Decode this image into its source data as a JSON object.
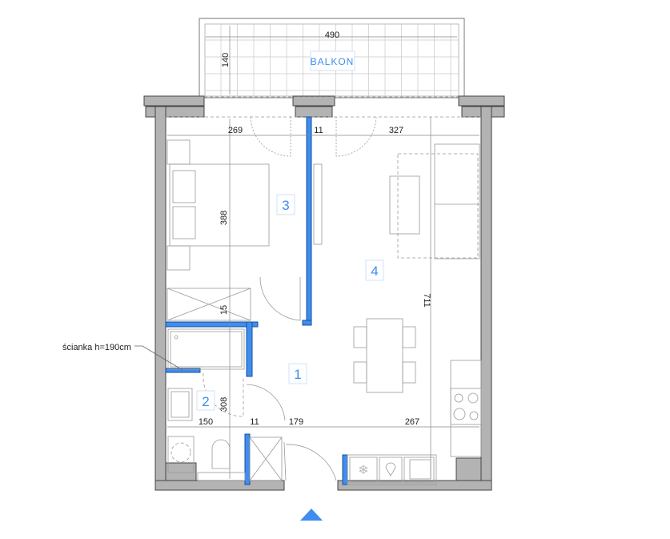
{
  "plan": {
    "balcony_label": "BALKON",
    "rooms": [
      {
        "number": "1"
      },
      {
        "number": "2"
      },
      {
        "number": "3"
      },
      {
        "number": "4"
      }
    ],
    "dimensions": {
      "balcony_width": "490",
      "balcony_depth": "140",
      "bedroom_width": "269",
      "partition_top": "11",
      "living_width": "327",
      "bedroom_depth": "388",
      "living_depth": "711",
      "closet_gap": "15",
      "bathroom_depth": "308",
      "bathroom_width": "150",
      "partition_bottom": "11",
      "hall_width": "179",
      "kitchen_width": "267"
    },
    "annotation": "ścianka h=190cm",
    "accent_color": "#3d8ef0"
  }
}
